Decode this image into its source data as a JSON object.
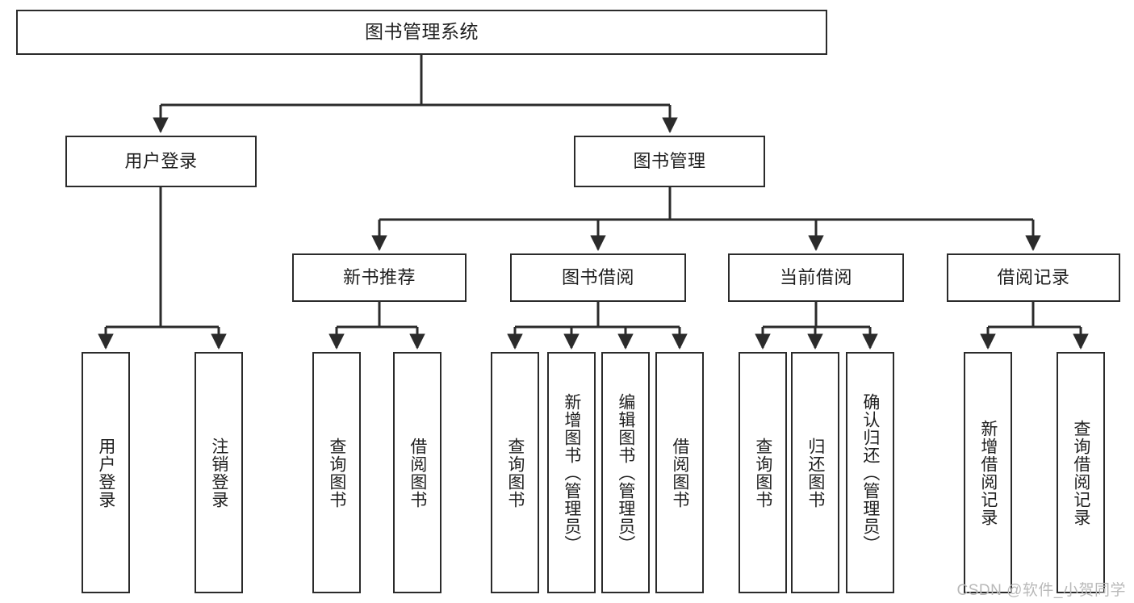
{
  "diagram": {
    "title": "图书管理系统",
    "type": "tree",
    "watermark": "CSDN @软件_小贺同学",
    "colors": {
      "box_border": "#2b2b2b",
      "box_fill": "#ffffff",
      "edge": "#2b2b2b",
      "text": "#1f1f1f",
      "watermark": "#b9b9b9",
      "background": "#ffffff"
    }
  },
  "nodes": {
    "root": {
      "label": "图书管理系统"
    },
    "level2": [
      {
        "label": "用户登录"
      },
      {
        "label": "图书管理"
      }
    ],
    "level3": [
      {
        "label": "新书推荐"
      },
      {
        "label": "图书借阅"
      },
      {
        "label": "当前借阅"
      },
      {
        "label": "借阅记录"
      }
    ],
    "leaves": {
      "user_login": [
        {
          "label": "用户登录"
        },
        {
          "label": "注销登录"
        }
      ],
      "new_book_recommend": [
        {
          "label": "查询图书"
        },
        {
          "label": "借阅图书"
        }
      ],
      "book_borrow": [
        {
          "label": "查询图书"
        },
        {
          "label": "新增图书（管理员）"
        },
        {
          "label": "编辑图书（管理员）"
        },
        {
          "label": "借阅图书"
        }
      ],
      "current_borrow": [
        {
          "label": "查询图书"
        },
        {
          "label": "归还图书"
        },
        {
          "label": "确认归还（管理员）"
        }
      ],
      "borrow_record": [
        {
          "label": "新增借阅记录"
        },
        {
          "label": "查询借阅记录"
        }
      ]
    }
  }
}
